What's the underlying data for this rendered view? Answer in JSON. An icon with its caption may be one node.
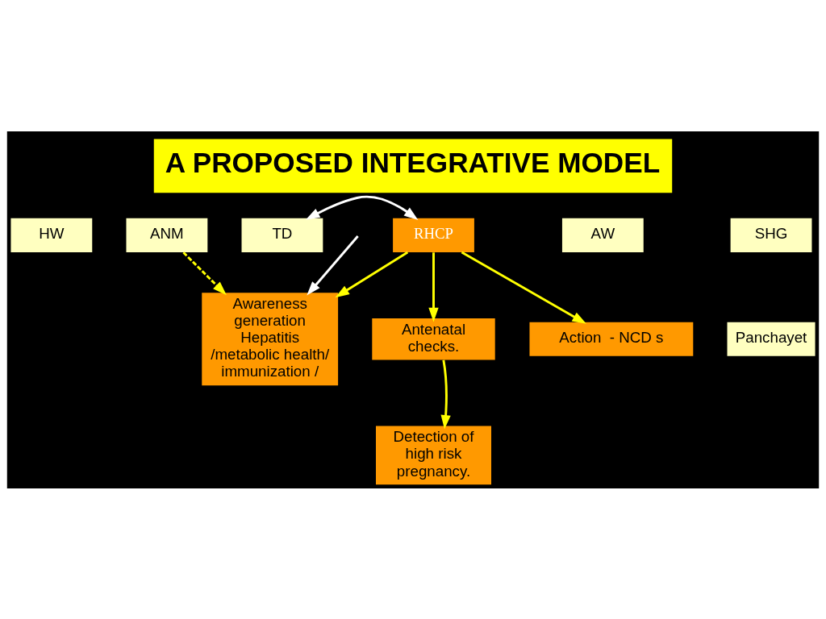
{
  "diagram": {
    "title": "A PROPOSED INTEGRATIVE MODEL",
    "nodes": [
      {
        "text": [
          "HW"
        ]
      },
      {
        "text": [
          "ANM"
        ]
      },
      {
        "text": [
          "AW"
        ]
      },
      {
        "text": [
          "TD"
        ]
      },
      {
        "text": [
          "RHCP"
        ]
      },
      {
        "text": [
          "SHG"
        ]
      },
      {
        "text": [
          "Panchayet"
        ]
      },
      {
        "text": [
          "Awareness generation Hepatitis /metabolic health/ immunization /"
        ]
      },
      {
        "text": [
          "Antenatal checks."
        ]
      },
      {
        "text": [
          "Action  - NCD s"
        ]
      },
      {
        "text": [
          "Detection of high risk pregnancy."
        ]
      }
    ],
    "edges": [
      {
        "from": 3,
        "to": 4,
        "arrow": "both",
        "color": "#ffffff"
      },
      {
        "from": null,
        "to": 7,
        "arrow": "to",
        "color": "#ffffff"
      },
      {
        "from": 1,
        "to": 7,
        "arrow": "to",
        "style": "dashed"
      },
      {
        "from": 4,
        "to": 7,
        "arrow": "to"
      },
      {
        "from": 4,
        "to": 8,
        "arrow": "to"
      },
      {
        "from": 4,
        "to": 9,
        "arrow": "to"
      },
      {
        "from": 8,
        "to": 10,
        "arrow": "to"
      }
    ]
  }
}
